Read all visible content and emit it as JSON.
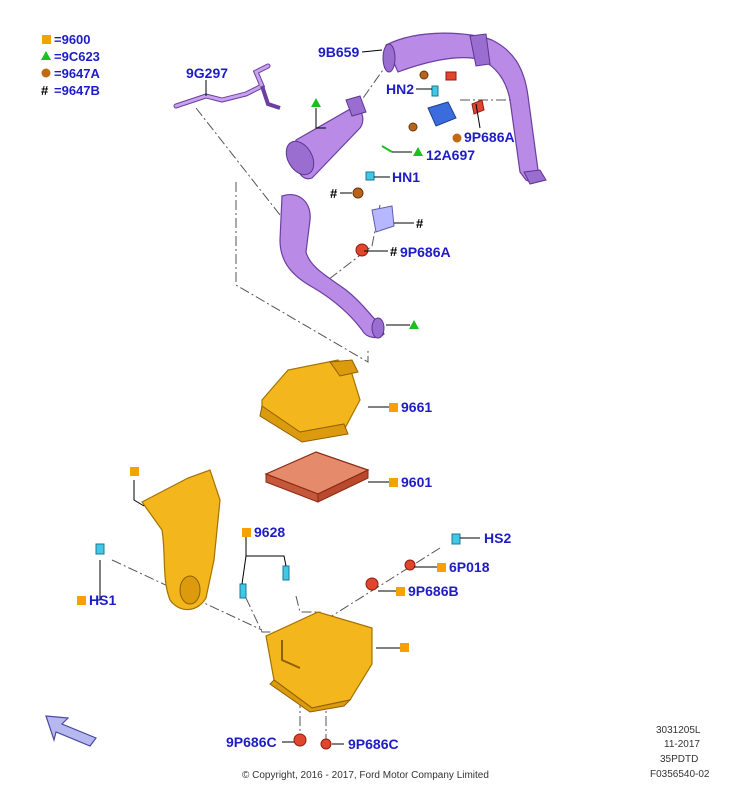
{
  "legend": [
    {
      "symbol": "square",
      "color": "#f5a100",
      "text": "=9600"
    },
    {
      "symbol": "triangle",
      "color": "#19c01e",
      "text": "=9C623"
    },
    {
      "symbol": "circle",
      "color": "#c06a12",
      "text": "=9647A"
    },
    {
      "symbol": "hash",
      "color": "#000000",
      "text": "=9647B"
    }
  ],
  "labels": {
    "p9B659": "9B659",
    "p9G297": "9G297",
    "pHN2": "HN2",
    "p9P686A_top": "9P686A",
    "p12A697": "12A697",
    "pHN1": "HN1",
    "p9P686A_mid": "9P686A",
    "p9661": "9661",
    "p9601": "9601",
    "p9628": "9628",
    "pHS2": "HS2",
    "p6P018": "6P018",
    "p9P686B": "9P686B",
    "pHS1": "HS1",
    "p9P686C_left": "9P686C",
    "p9P686C_right": "9P686C"
  },
  "symbols": {
    "hash": "#"
  },
  "colors": {
    "label_blue": "#1d1dc8",
    "square": "#f5a100",
    "triangle": "#19c01e",
    "circle": "#c06a12"
  },
  "footer": {
    "copyright": "© Copyright, 2016 - 2017, Ford Motor Company Limited",
    "code1": "3031205L",
    "date": "11-2017",
    "code2": "35PDTD",
    "code3": "F0356540-02"
  }
}
